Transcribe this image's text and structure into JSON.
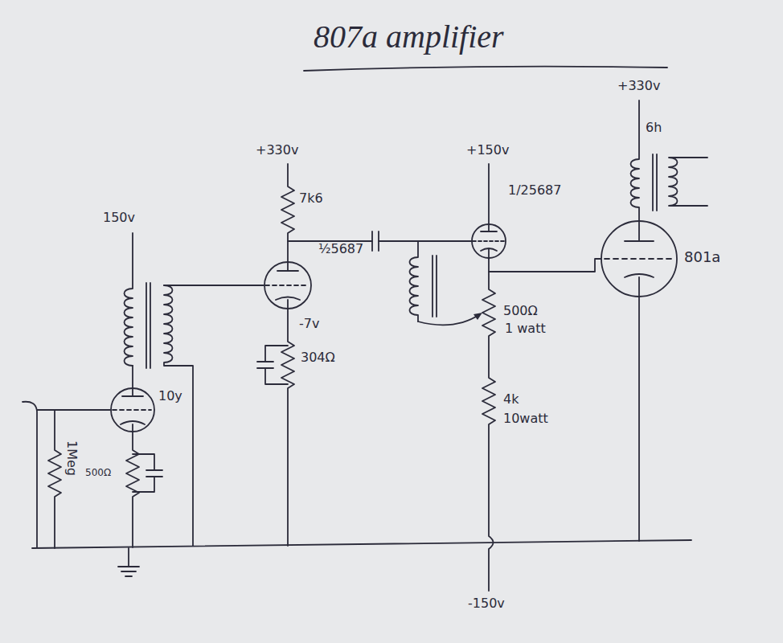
{
  "diagram": {
    "title": "807a amplifier",
    "nodes": [
      {
        "text": [
          "10y"
        ]
      },
      {
        "text": [
          "½5687"
        ]
      },
      {
        "text": [
          "1/25687"
        ]
      },
      {
        "text": [
          "801a"
        ]
      }
    ],
    "edges": [
      {
        "from": 2,
        "to": 3,
        "arrow": "none"
      }
    ],
    "labels": [
      "+330v",
      "7k6",
      "+150v",
      "+330v",
      "6h",
      "150v",
      "-7v",
      "304Ω",
      "500Ω",
      "500Ω",
      "1 watt",
      "4k",
      "10watt",
      "1Meg",
      "-150v"
    ]
  }
}
